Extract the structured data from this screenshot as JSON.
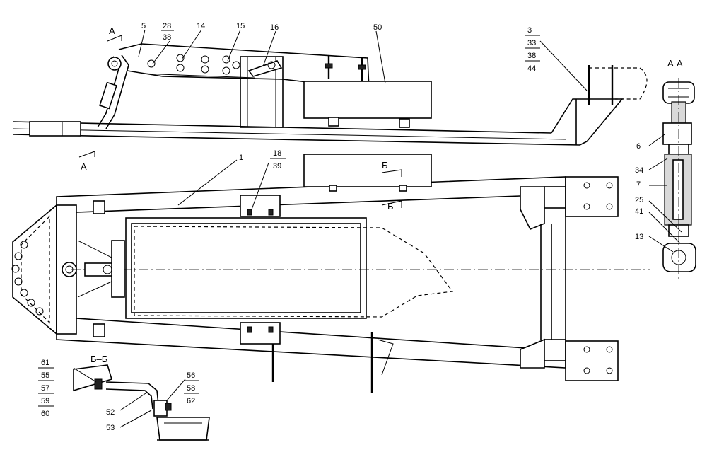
{
  "section_labels": {
    "a_top": "A",
    "a_bottom": "A",
    "section_aa": "А-А",
    "b_top": "Б",
    "b_bottom": "Б",
    "section_bb": "Б–Б"
  },
  "callouts": {
    "c5": "5",
    "c28": "28",
    "c38a": "38",
    "c14": "14",
    "c15": "15",
    "c16": "16",
    "c50": "50",
    "c3": "3",
    "c33": "33",
    "c38b": "38",
    "c44": "44",
    "c6": "6",
    "c34": "34",
    "c7": "7",
    "c25": "25",
    "c41": "41",
    "c13": "13",
    "c1": "1",
    "c18": "18",
    "c39": "39",
    "c61": "61",
    "c55": "55",
    "c57": "57",
    "c59": "59",
    "c60": "60",
    "c52": "52",
    "c53": "53",
    "c56": "56",
    "c58": "58",
    "c62": "62"
  }
}
